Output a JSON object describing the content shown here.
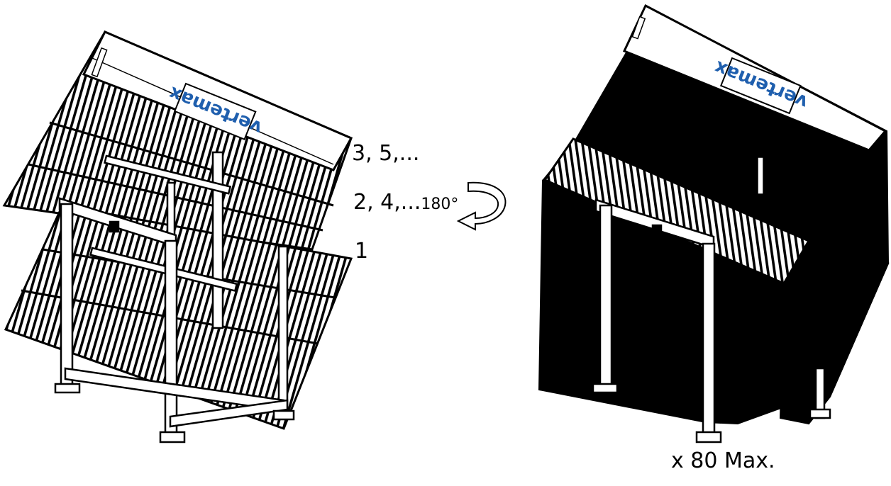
{
  "brand": {
    "logo_text": "vertemax",
    "logo_color": "#1f5fae"
  },
  "labels": {
    "odd_steps": "3, 5,...",
    "even_steps": "2, 4,...",
    "rotation_angle": "180°",
    "first_step": "1",
    "capacity": "x 80 Max."
  },
  "icons": {
    "rotation": "curved-rotation-arrow-icon"
  }
}
